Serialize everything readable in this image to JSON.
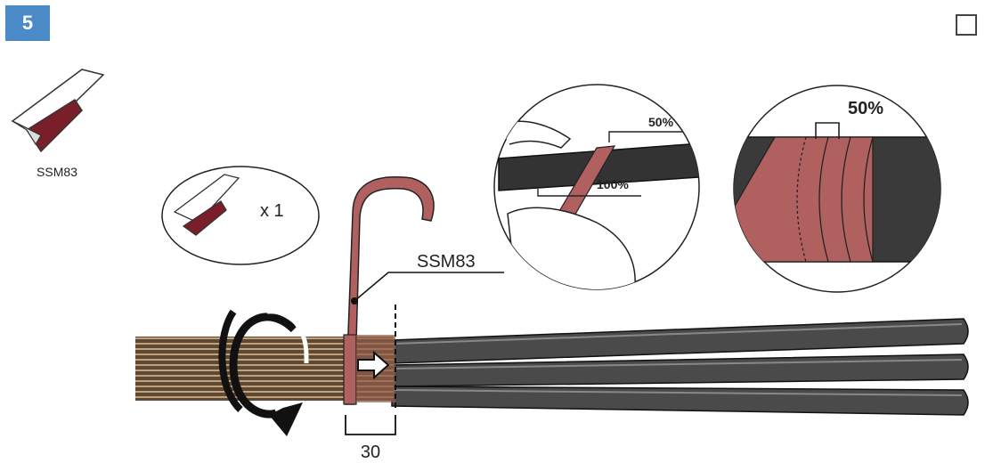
{
  "step": {
    "number": "5"
  },
  "checkbox": {
    "checked": false
  },
  "material": {
    "code": "SSM83",
    "quantity_label": "x 1"
  },
  "callout": {
    "label": "SSM83"
  },
  "dimension": {
    "value": "30"
  },
  "detail_stretch": {
    "overlap_label": "50%",
    "stretch_label": "100%"
  },
  "detail_overlap": {
    "overlap_label": "50%"
  },
  "colors": {
    "tape": "#b0605e",
    "tape_dark": "#7a1f2a",
    "cable": "#4a4a4a",
    "badge": "#4a8ac6",
    "wire": "#c8a070"
  }
}
